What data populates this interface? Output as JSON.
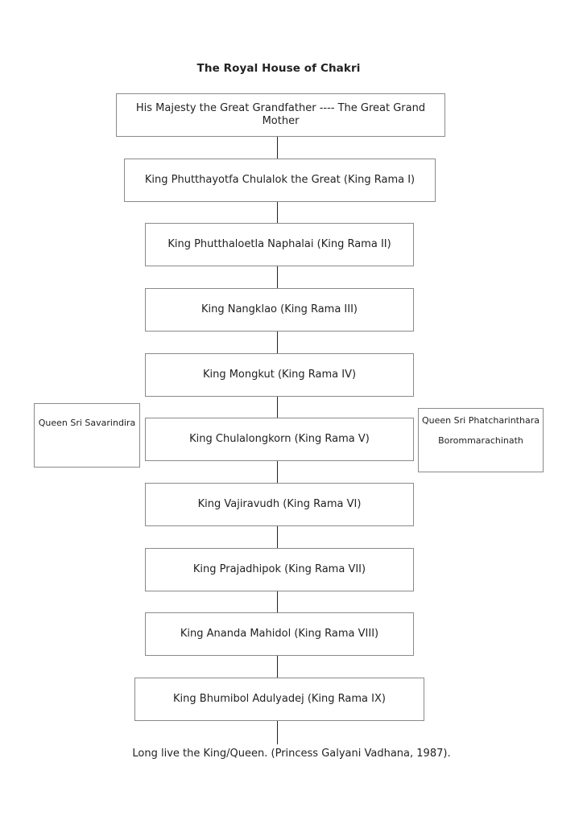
{
  "title": "The Royal House of Chakri",
  "generations": [
    "His Majesty the Great Grandfather ---- The Great Grand Mother",
    "King Phutthayotfa Chulalok the Great (King Rama I)",
    "King Phutthaloetla Naphalai (King Rama II)",
    "King Nangklao (King Rama III)",
    "King Mongkut (King Rama IV)",
    "King Chulalongkorn (King Rama V)",
    "King Vajiravudh (King Rama VI)",
    "King Prajadhipok (King Rama VII)",
    "King Ananda Mahidol (King Rama VIII)",
    "King Bhumibol Adulyadej (King Rama IX)"
  ],
  "consorts": {
    "left": "Queen Sri Savarindira",
    "right_line1": "Queen Sri Phatcharinthara",
    "right_line2": "Borommarachinath"
  },
  "caption": "Long live the King/Queen. (Princess Galyani Vadhana, 1987)."
}
